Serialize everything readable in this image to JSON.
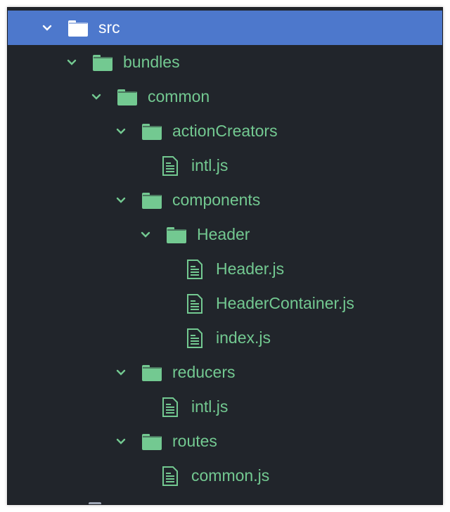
{
  "colors": {
    "background": "#21252b",
    "selected_bg": "#4d78cc",
    "selected_text": "#ffffff",
    "item_text": "#73c991"
  },
  "tree": [
    {
      "label": "src",
      "type": "folder",
      "depth": 0,
      "expanded": true,
      "selected": true
    },
    {
      "label": "bundles",
      "type": "folder",
      "depth": 1,
      "expanded": true
    },
    {
      "label": "common",
      "type": "folder",
      "depth": 2,
      "expanded": true
    },
    {
      "label": "actionCreators",
      "type": "folder",
      "depth": 3,
      "expanded": true
    },
    {
      "label": "intl.js",
      "type": "file",
      "depth": 4
    },
    {
      "label": "components",
      "type": "folder",
      "depth": 3,
      "expanded": true
    },
    {
      "label": "Header",
      "type": "folder",
      "depth": 4,
      "expanded": true
    },
    {
      "label": "Header.js",
      "type": "file",
      "depth": 5
    },
    {
      "label": "HeaderContainer.js",
      "type": "file",
      "depth": 5
    },
    {
      "label": "index.js",
      "type": "file",
      "depth": 5
    },
    {
      "label": "reducers",
      "type": "folder",
      "depth": 3,
      "expanded": true
    },
    {
      "label": "intl.js",
      "type": "file",
      "depth": 4
    },
    {
      "label": "routes",
      "type": "folder",
      "depth": 3,
      "expanded": true
    },
    {
      "label": "common.js",
      "type": "file",
      "depth": 4
    }
  ]
}
